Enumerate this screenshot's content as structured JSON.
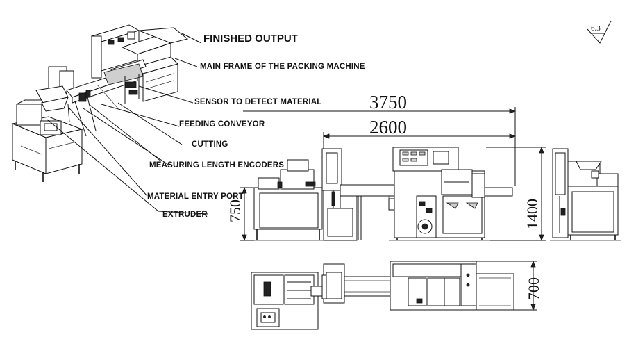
{
  "callouts": {
    "finished_output": "FINISHED OUTPUT",
    "main_frame": "MAIN FRAME OF THE PACKING MACHINE",
    "sensor": "SENSOR TO DETECT MATERIAL",
    "feeding_conveyor": "FEEDING CONVEYOR",
    "cutting": "CUTTING",
    "encoders": "MEASURING LENGTH ENCODERS",
    "entry_port": "MATERIAL ENTRY PORT",
    "extruder": "EXTRUDER"
  },
  "dimensions": {
    "overall_length": "3750",
    "packer_length": "2600",
    "height": "1400",
    "feeder_height": "750",
    "width": "700"
  },
  "roughness": "6.3"
}
